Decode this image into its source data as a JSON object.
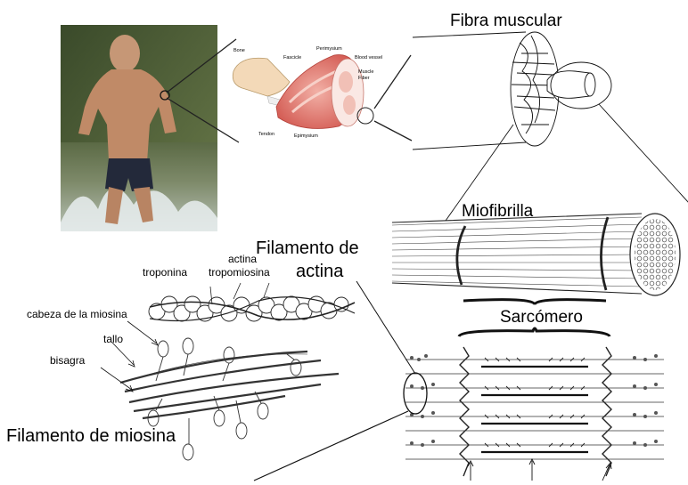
{
  "labels": {
    "fibra_muscular": "Fibra muscular",
    "miofibrilla": "Miofibrilla",
    "filamento_actina_1": "Filamento de",
    "filamento_actina_2": "actina",
    "sarcomero": "Sarcómero",
    "filamento_miosina": "Filamento de miosina",
    "actina": "actina",
    "troponina": "troponina",
    "tropomiosina": "tropomiosina",
    "cabeza_miosina": "cabeza de la miosina",
    "tallo": "tallo",
    "bisagra": "bisagra"
  },
  "anatomy_labels": {
    "bone": "Bone",
    "fascicle": "Fascicle",
    "perimysium": "Perimysium",
    "blood_vessel": "Blood vessel",
    "muscle_fiber_1": "Muscle",
    "muscle_fiber_2": "Fiber",
    "tendon": "Tendon",
    "epimysium": "Epimysium"
  }
}
